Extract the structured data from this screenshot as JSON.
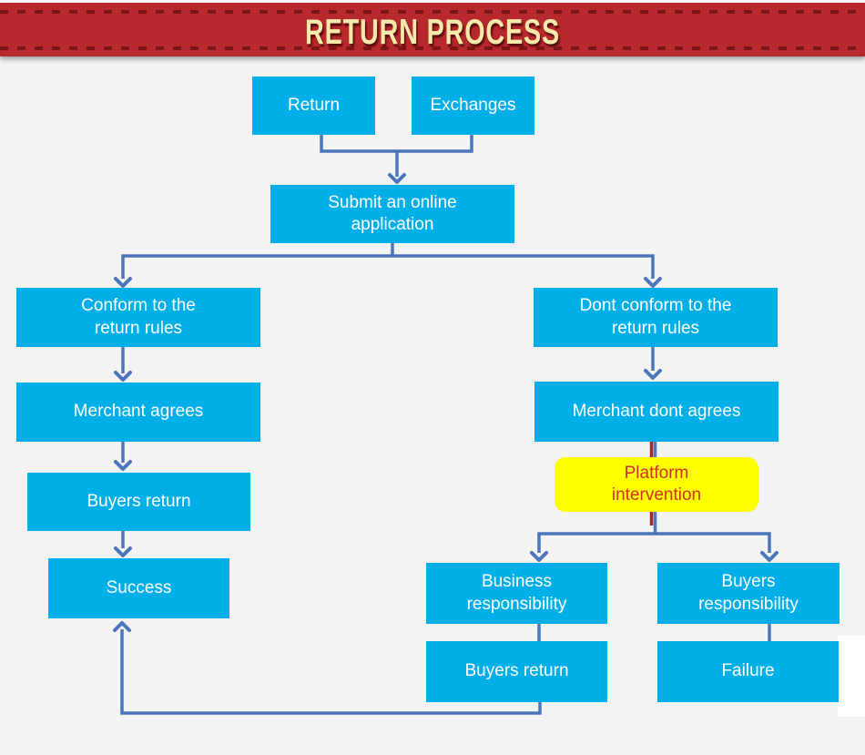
{
  "header": {
    "title": "RETURN PROCESS"
  },
  "colors": {
    "banner_bg": "#B7292C",
    "banner_dash": "#7C1417",
    "banner_text": "#F7E9AC",
    "canvas_bg": "#F2F3F2",
    "node_fill": "#00AEE8",
    "node_text": "#FFFFFF",
    "connector": "#4B76BC",
    "connector_dark": "#9E2B24",
    "highlight_fill": "#FFFF00",
    "highlight_text": "#CF3227"
  },
  "nodes": [
    {
      "id": "return",
      "label": "Return"
    },
    {
      "id": "exchanges",
      "label": "Exchanges"
    },
    {
      "id": "submit",
      "label": "Submit an online\napplication"
    },
    {
      "id": "conform",
      "label": "Conform to the\nreturn rules"
    },
    {
      "id": "dont-conform",
      "label": "Dont conform to the\nreturn rules"
    },
    {
      "id": "merchant-agrees",
      "label": "Merchant agrees"
    },
    {
      "id": "merchant-dont-agrees",
      "label": "Merchant dont agrees"
    },
    {
      "id": "buyers-return-left",
      "label": "Buyers return"
    },
    {
      "id": "platform-intervention",
      "label": "Platform\nintervention"
    },
    {
      "id": "success",
      "label": "Success"
    },
    {
      "id": "business-responsibility",
      "label": "Business\nresponsibility"
    },
    {
      "id": "buyers-responsibility",
      "label": "Buyers\nresponsibility"
    },
    {
      "id": "buyers-return-right",
      "label": "Buyers return"
    },
    {
      "id": "failure",
      "label": "Failure"
    }
  ]
}
